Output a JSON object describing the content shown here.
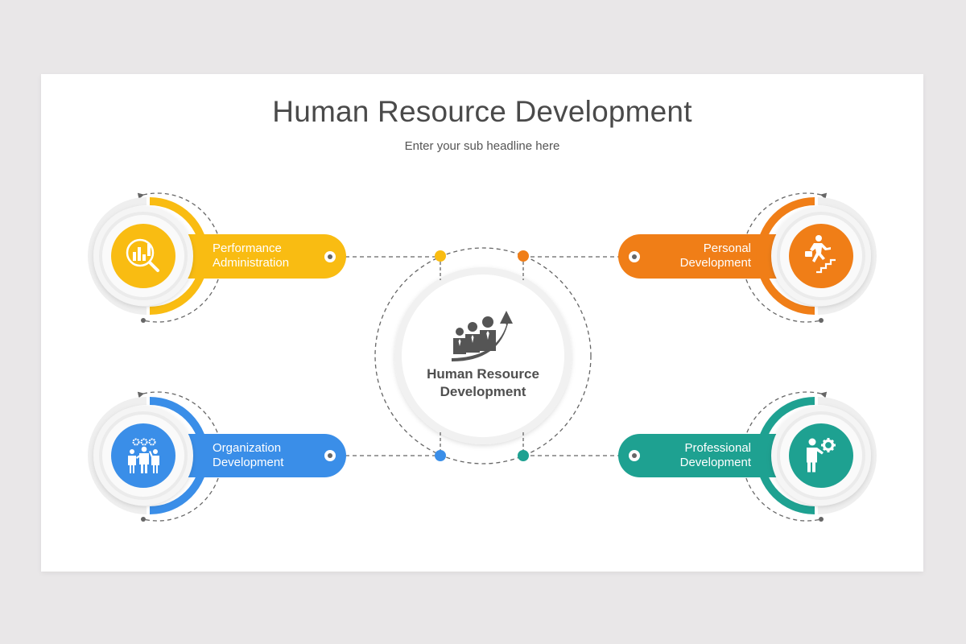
{
  "slide": {
    "title": "Human Resource Development",
    "subtitle": "Enter your sub headline here"
  },
  "center": {
    "label_line1": "Human Resource",
    "label_line2": "Development",
    "icon": "people-growth-arrow-icon",
    "color": "#555555"
  },
  "items": [
    {
      "id": "performance-administration",
      "label_line1": "Performance",
      "label_line2": "Administration",
      "icon": "magnifier-chart-icon",
      "color": "#f9bc12",
      "position": "top-left"
    },
    {
      "id": "personal-development",
      "label_line1": "Personal",
      "label_line2": "Development",
      "icon": "businessman-climbing-stairs-icon",
      "color": "#f07e17",
      "position": "top-right"
    },
    {
      "id": "organization-development",
      "label_line1": "Organization",
      "label_line2": "Development",
      "icon": "team-gears-icon",
      "color": "#3a8ee8",
      "position": "bottom-left"
    },
    {
      "id": "professional-development",
      "label_line1": "Professional",
      "label_line2": "Development",
      "icon": "person-gear-icon",
      "color": "#1ea191",
      "position": "bottom-right"
    }
  ],
  "colors": {
    "page_background": "#e9e7e8",
    "slide_background": "#ffffff",
    "title_text": "#4a4a4a",
    "connector": "#666666"
  }
}
